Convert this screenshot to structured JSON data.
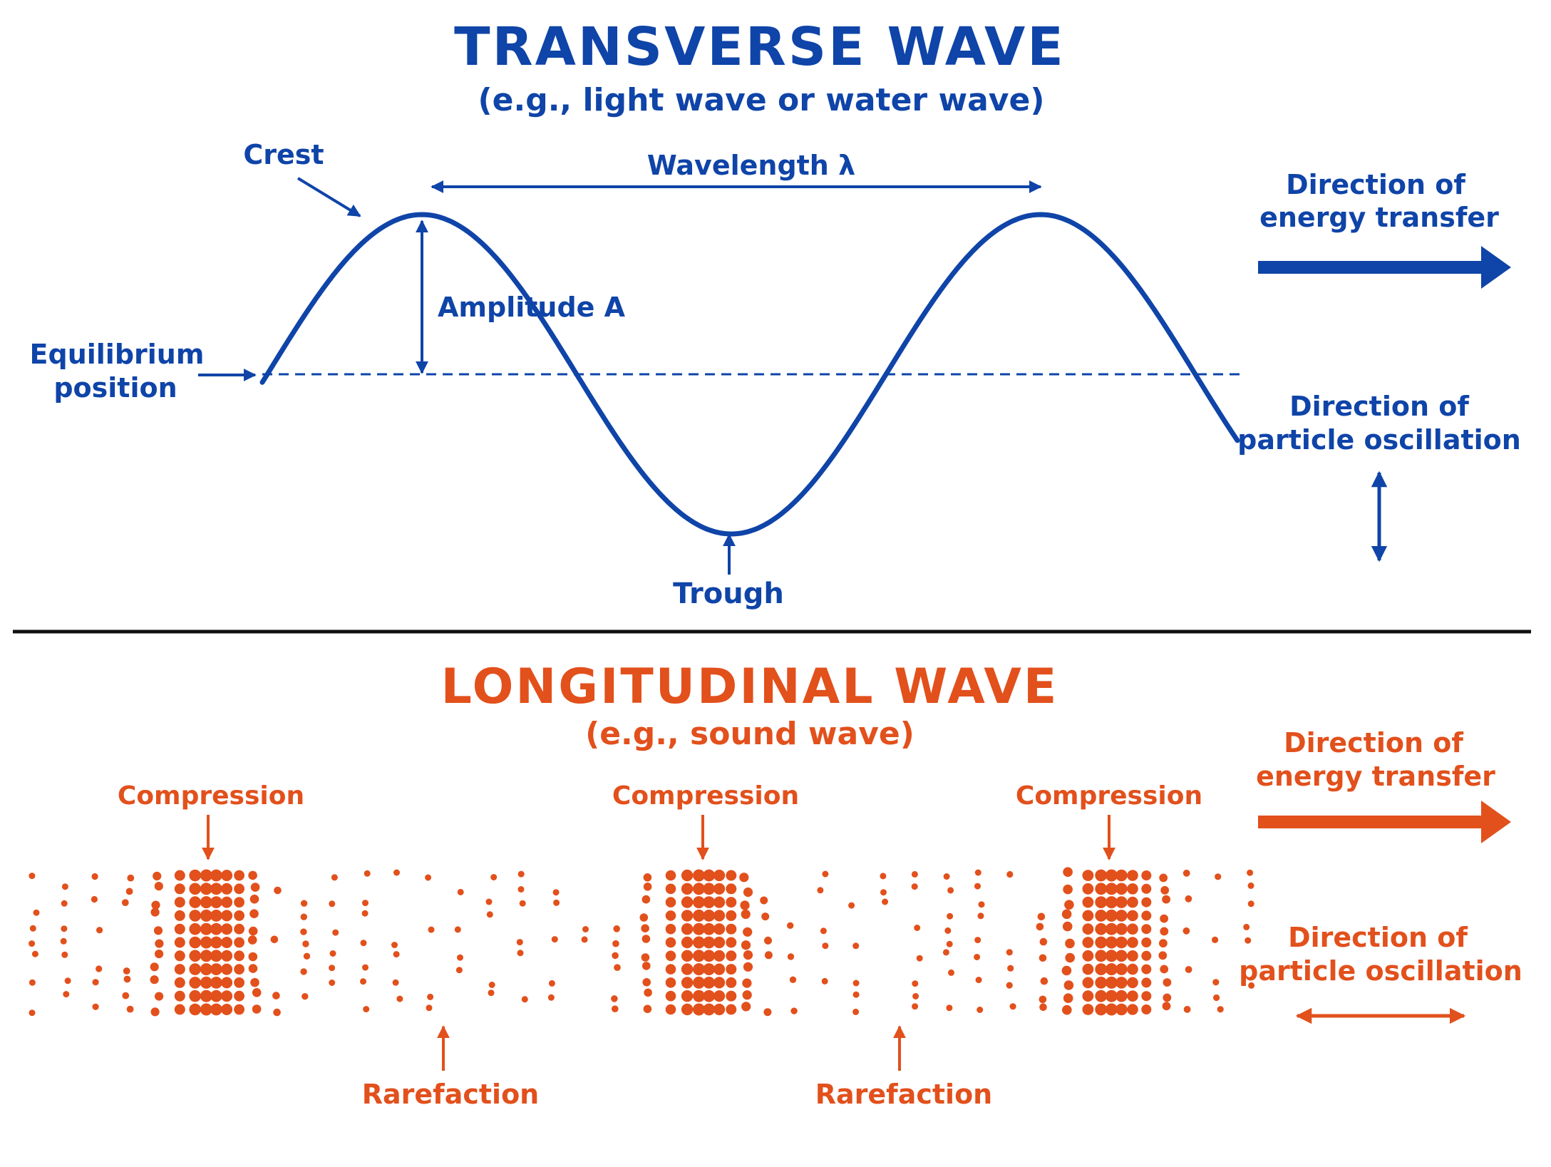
{
  "colors": {
    "blue": "#0f44a8",
    "orange": "#e2501c",
    "divider": "#111111",
    "background": "#ffffff"
  },
  "transverse": {
    "title": "TRANSVERSE WAVE",
    "subtitle": "(e.g., light wave or water wave)",
    "labels": {
      "crest": "Crest",
      "wavelength": "Wavelength λ",
      "amplitude": "Amplitude A",
      "equilibrium_line1": "Equilibrium",
      "equilibrium_line2": "position",
      "trough": "Trough",
      "energy_line1": "Direction of",
      "energy_line2": "energy transfer",
      "oscillation_line1": "Direction of",
      "oscillation_line2": "particle oscillation"
    }
  },
  "longitudinal": {
    "title": "LONGITUDINAL WAVE",
    "subtitle": "(e.g., sound wave)",
    "compressions": [
      "Compression",
      "Compression",
      "Compression"
    ],
    "rarefactions": [
      "Rarefaction",
      "Rarefaction"
    ],
    "labels": {
      "energy_line1": "Direction of",
      "energy_line2": "energy transfer",
      "oscillation_line1": "Direction of",
      "oscillation_line2": "particle oscillation"
    }
  }
}
